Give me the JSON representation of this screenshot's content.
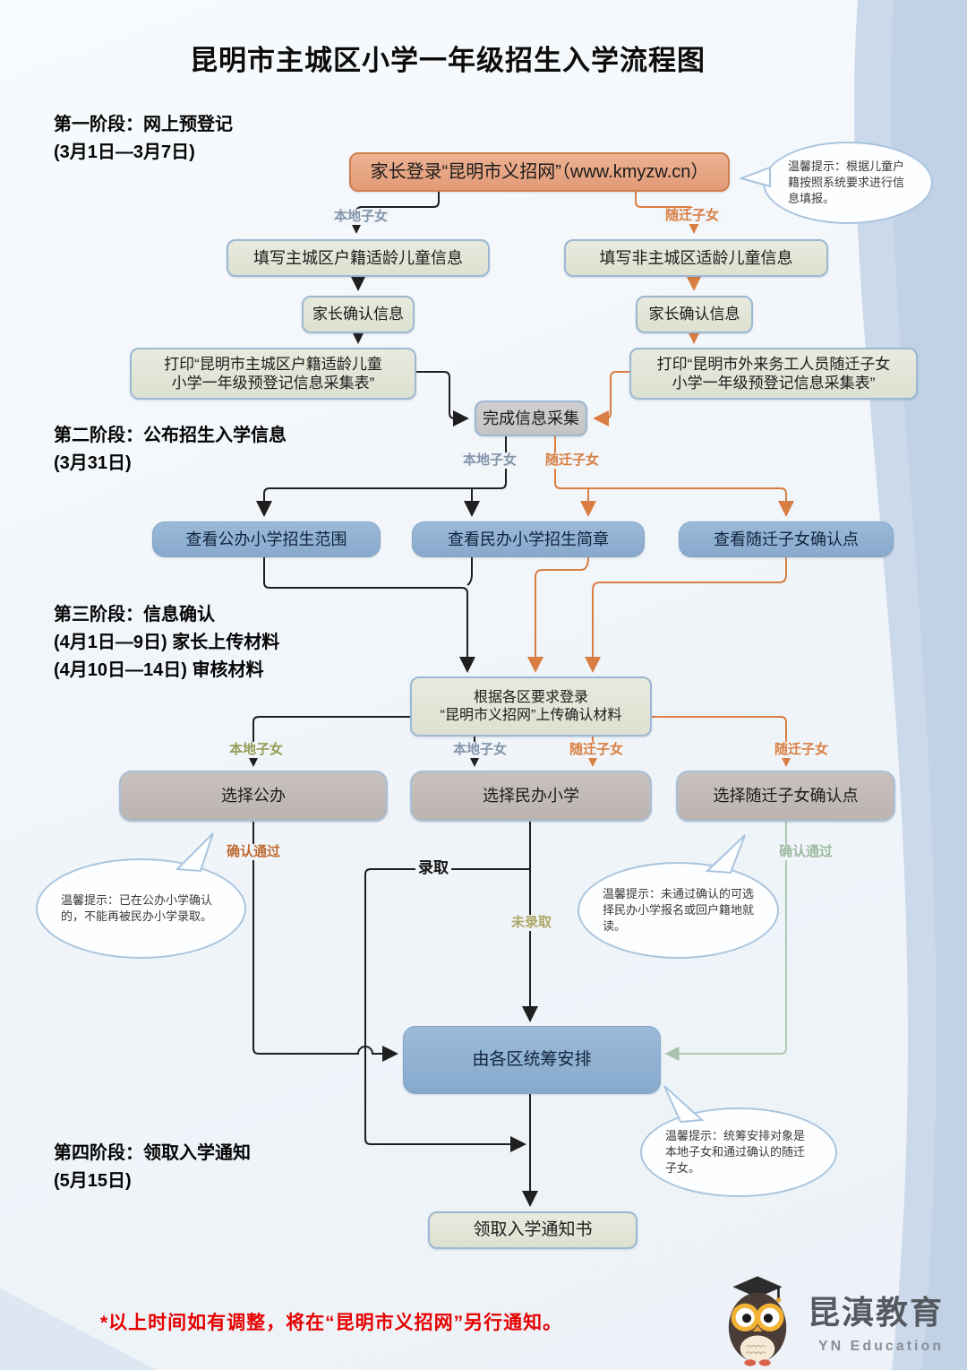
{
  "title": "昆明市主城区小学一年级招生入学流程图",
  "stages": [
    {
      "name": "第一阶段：网上预登记",
      "date": "(3月1日—3月7日)"
    },
    {
      "name": "第二阶段：公布招生入学信息",
      "date": "(3月31日)"
    },
    {
      "name": "第三阶段：信息确认",
      "date": "(4月1日—9日) 家长上传材料",
      "date2": "(4月10日—14日) 审核材料"
    },
    {
      "name": "第四阶段：领取入学通知",
      "date": "(5月15日)"
    }
  ],
  "nodes": {
    "login": "家长登录“昆明市义招网”（www.kmyzw.cn）",
    "fill_local": "填写主城区户籍适龄儿童信息",
    "fill_nonlocal": "填写非主城区适龄儿童信息",
    "confirm_left": "家长确认信息",
    "confirm_right": "家长确认信息",
    "print_local_1": "打印“昆明市主城区户籍适龄儿童",
    "print_local_2": "小学一年级预登记信息采集表”",
    "print_migrant_1": "打印“昆明市外来务工人员随迁子女",
    "print_migrant_2": "小学一年级预登记信息采集表”",
    "complete": "完成信息采集",
    "view_public": "查看公办小学招生范围",
    "view_private": "查看民办小学招生简章",
    "view_migrant": "查看随迁子女确认点",
    "upload_1": "根据各区要求登录",
    "upload_2": "“昆明市义招网”上传确认材料",
    "choose_public": "选择公办",
    "choose_private": "选择民办小学",
    "choose_migrant": "选择随迁子女确认点",
    "arrange": "由各区统筹安排",
    "notice": "领取入学通知书"
  },
  "edge_labels": [
    "本地子女",
    "随迁子女",
    "本地子女",
    "随迁子女",
    "本地子女",
    "本地子女",
    "随迁子女",
    "随迁子女",
    "确认通过",
    "确认通过",
    "录取",
    "未录取"
  ],
  "tips": [
    "温馨提示：根据儿童户籍按照系统要求进行信息填报。",
    "温馨提示：已在公办小学确认的，不能再被民办小学录取。",
    "温馨提示：未通过确认的可选择民办小学报名或回户籍地就读。",
    "温馨提示：统筹安排对象是本地子女和通过确认的随迁子女。"
  ],
  "footer": {
    "note": "*以上时间如有调整，将在“昆明市义招网”另行通知。"
  },
  "logo": {
    "name": "昆滇教育",
    "sub": "YN Education"
  },
  "colors": {
    "salmon_box": "#e5a182",
    "sage_box": "#e2e5d7",
    "steel_blue_box": "#8fb0d0",
    "taupe_box": "#c2bab6",
    "gray_box": "#c9c8ca",
    "black_line": "#1f1f1f",
    "orange_line": "#d97e42",
    "green_line": "#a9c3ab",
    "red_note": "#e60000"
  }
}
